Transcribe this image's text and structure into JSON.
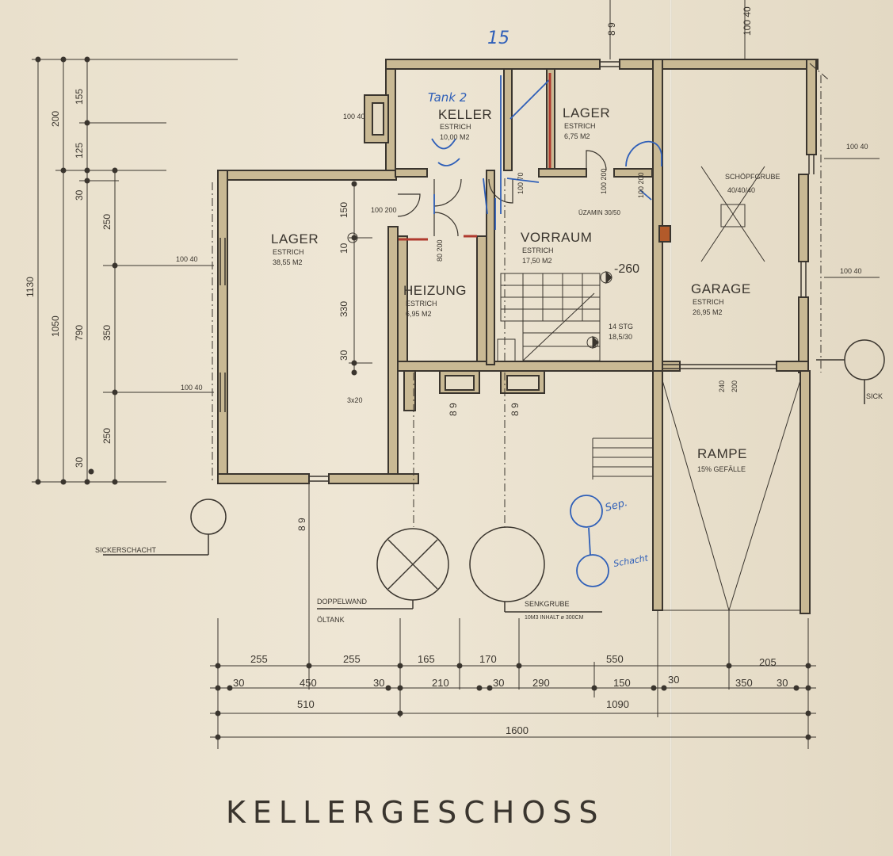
{
  "title": "KELLERGESCHOSS",
  "colors": {
    "paper": "#ece4d2",
    "ink": "#3a352e",
    "wall_fill": "#c9b994",
    "pen_blue": "#2f5fb8",
    "pen_red": "#b03a2e"
  },
  "rooms": {
    "keller": {
      "name": "KELLER",
      "floor": "ESTRICH",
      "area": "10,00 M2"
    },
    "lager_small": {
      "name": "LAGER",
      "floor": "ESTRICH",
      "area": "6,75 M2"
    },
    "lager_big": {
      "name": "LAGER",
      "floor": "ESTRICH",
      "area": "38,55 M2"
    },
    "heizung": {
      "name": "HEIZUNG",
      "floor": "ESTRICH",
      "area": "6,95 M2"
    },
    "vorraum": {
      "name": "VORRAUM",
      "floor": "ESTRICH",
      "area": "17,50 M2"
    },
    "garage": {
      "name": "GARAGE",
      "floor": "ESTRICH",
      "area": "26,95 M2"
    },
    "rampe": {
      "name": "RAMPE",
      "note": "15% GEFÄLLE"
    }
  },
  "notes": {
    "sickerschacht": "SICKERSCHACHT",
    "sickerschacht_right": "SICK",
    "doppelwand": "DOPPELWAND",
    "oeltank": "ÖLTANK",
    "senkgrube": "SENKGRUBE",
    "senkgrube_content": "10M3 INHALT  ø 300CM",
    "schoepfgrube": "SCHÖPFGRUBE",
    "schoepfgrube_size": "40/40/40",
    "uzamin": "ÜZAMIN 30/50",
    "level": "-260",
    "steps": "14 STG",
    "steps_size": "18,5/30",
    "window_3x20": "3x20"
  },
  "handwritten": {
    "top_number": "15",
    "tank": "Tank 2",
    "sep": "Sep.",
    "schacht": "Schacht"
  },
  "dims": {
    "top_left": "8 9",
    "top_right": "100 40",
    "left": [
      "155",
      "200",
      "125",
      "30",
      "250",
      "1130",
      "1050",
      "790",
      "350",
      "250",
      "30"
    ],
    "openings": [
      "100 40",
      "100 40",
      "100 40",
      "100 40",
      "100 40"
    ],
    "inner": [
      "150",
      "100 200",
      "10",
      "330",
      "30",
      "100 200",
      "80 200",
      "8 9",
      "100 70",
      "8 9",
      "100 200",
      "240",
      "200"
    ],
    "bottom_row1": [
      "255",
      "255",
      "165",
      "170",
      "550",
      "205"
    ],
    "bottom_row2": [
      "30",
      "450",
      "30",
      "210",
      "30",
      "290",
      "150",
      "30",
      "350",
      "30"
    ],
    "bottom_row3": [
      "510",
      "1090"
    ],
    "bottom_row4": "1600",
    "below_plan": "8 9"
  }
}
